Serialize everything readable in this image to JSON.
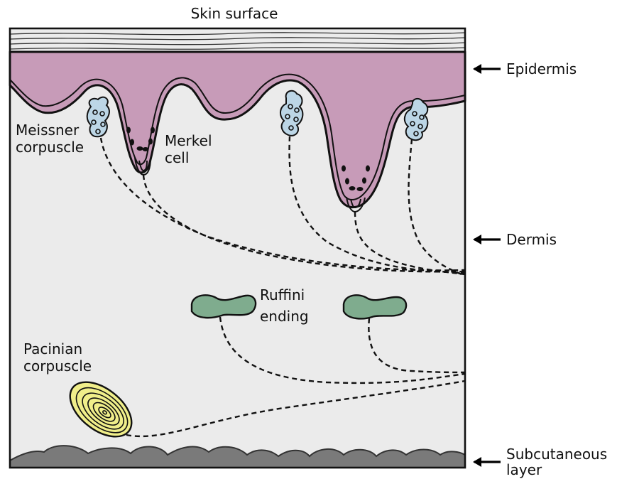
{
  "title": "Skin surface",
  "layer_labels": {
    "epidermis": "Epidermis",
    "dermis": "Dermis",
    "subcutaneous_line1": "Subcutaneous",
    "subcutaneous_line2": "layer"
  },
  "receptor_labels": {
    "meissner_line1": "Meissner",
    "meissner_line2": "corpuscle",
    "merkel_line1": "Merkel",
    "merkel_line2": "cell",
    "ruffini_line1": "Ruffini",
    "ruffini_line2": "ending",
    "pacinian_line1": "Pacinian",
    "pacinian_line2": "corpuscle"
  },
  "colors": {
    "epidermis": "#c79bb8",
    "dermis": "#ebebeb",
    "meissner": "#bcd6e6",
    "ruffini": "#7fac8e",
    "pacinian": "#f0ee8a",
    "subcutaneous": "#7a7a7a"
  }
}
